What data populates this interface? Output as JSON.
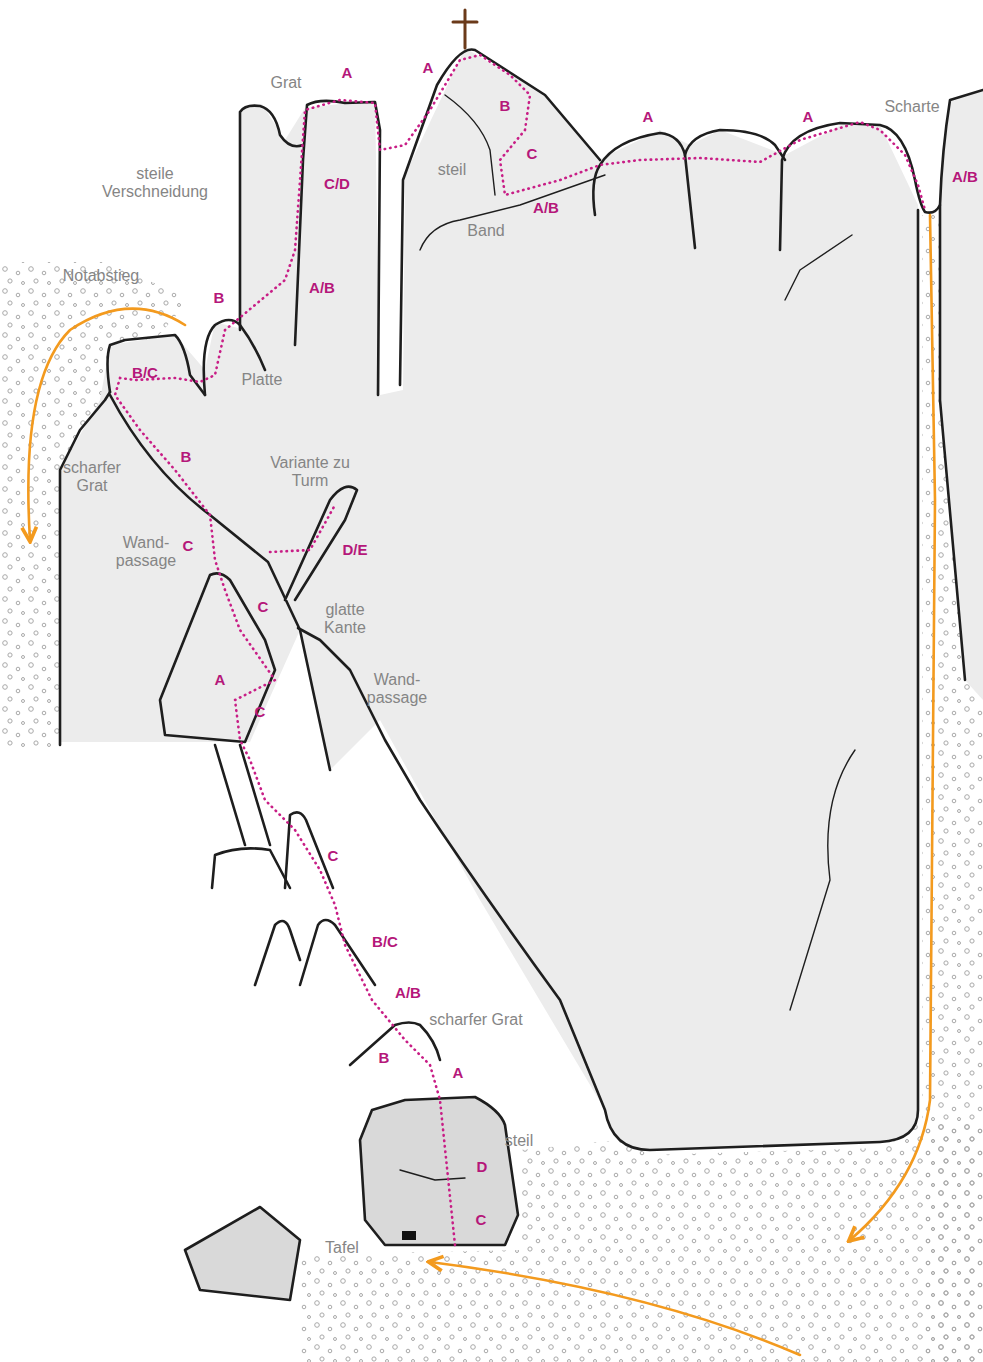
{
  "diagram": {
    "labels": [
      "Grat",
      "A",
      "A",
      "B",
      "A",
      "A",
      "Scharte",
      "steile Verschneidung",
      "C/D",
      "steil",
      "C",
      "A/B",
      "A/B",
      "Band",
      "Notabstieg",
      "A/B",
      "B",
      "B/C",
      "Platte",
      "B",
      "Variante zu Turm",
      "scharfer Grat",
      "Wand- passage",
      "C",
      "D/E",
      "C",
      "glatte Kante",
      "A",
      "Wand- passage",
      "C",
      "C",
      "B/C",
      "A/B",
      "scharfer Grat",
      "B",
      "A",
      "steil",
      "D",
      "C",
      "Tafel"
    ]
  }
}
